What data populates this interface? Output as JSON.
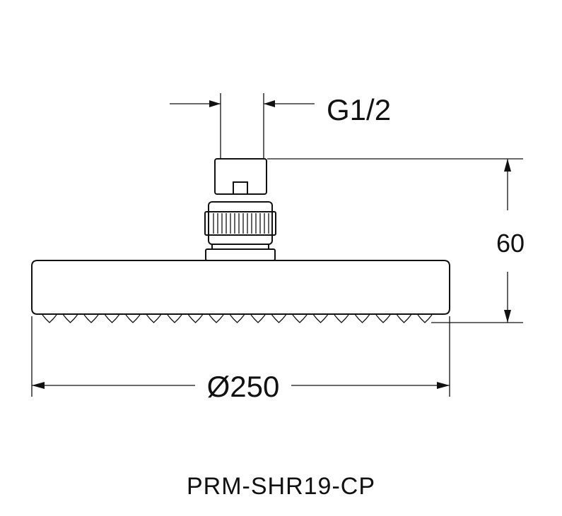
{
  "dimensions": {
    "thread": "G1/2",
    "height": "60",
    "diameter_symbol": "Ø",
    "diameter": "250"
  },
  "model": "PRM-SHR19-CP"
}
